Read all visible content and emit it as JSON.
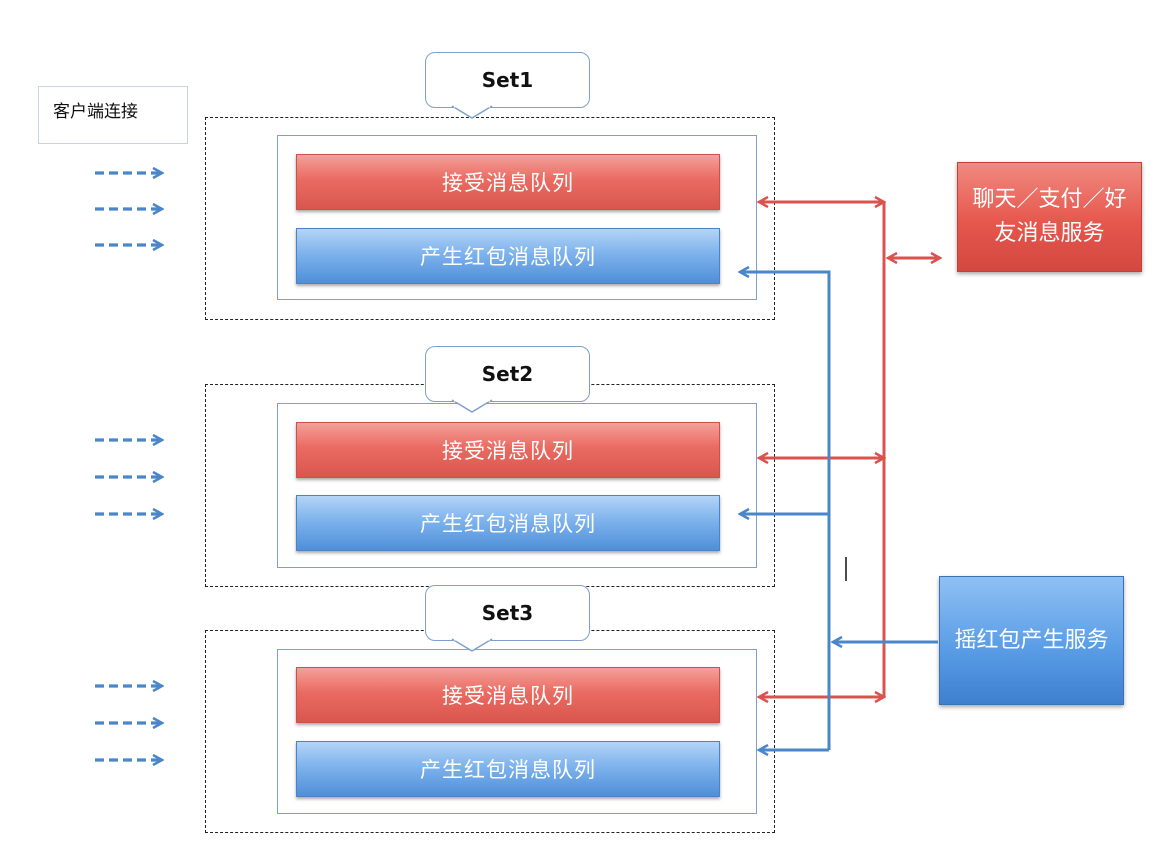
{
  "client_label": "客户端连接",
  "sets": [
    {
      "label": "Set1",
      "queue_receive": "接受消息队列",
      "queue_redpacket": "产生红包消息队列"
    },
    {
      "label": "Set2",
      "queue_receive": "接受消息队列",
      "queue_redpacket": "产生红包消息队列"
    },
    {
      "label": "Set3",
      "queue_receive": "接受消息队列",
      "queue_redpacket": "产生红包消息队列"
    }
  ],
  "services": {
    "chat_payment_friends": "聊天／支付／好友消息服务",
    "shake_redpacket": "摇红包产生服务"
  },
  "colors": {
    "red_line": "#d9534f",
    "blue_line": "#4a86c8",
    "client_arrow": "#4a86c8"
  }
}
